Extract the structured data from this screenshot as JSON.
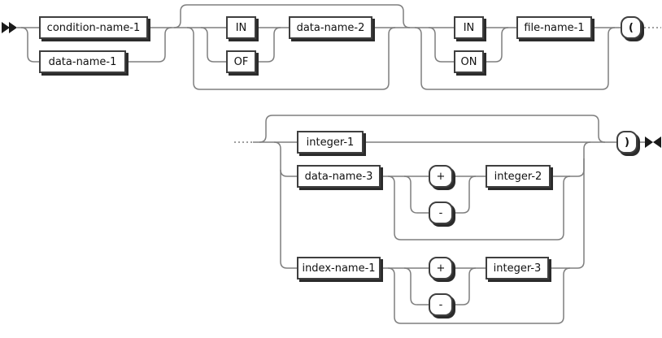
{
  "diagram": {
    "kind": "railroad-syntax-diagram",
    "start_marker": "▶▶",
    "end_marker": "▶◀",
    "row1_ellipsis": "····",
    "row2_ellipsis": "····",
    "nodes": {
      "condition_name_1": "condition-name-1",
      "data_name_1": "data-name-1",
      "in_1": "IN",
      "of_1": "OF",
      "data_name_2": "data-name-2",
      "in_2": "IN",
      "on_2": "ON",
      "file_name_1": "file-name-1",
      "open_paren": "(",
      "integer_1": "integer-1",
      "data_name_3": "data-name-3",
      "plus_1": "+",
      "minus_1": "-",
      "integer_2": "integer-2",
      "index_name_1": "index-name-1",
      "plus_2": "+",
      "minus_2": "-",
      "integer_3": "integer-3",
      "close_paren": ")"
    },
    "colors": {
      "line": "#7e7e7e",
      "box_border": "#3f3f3f",
      "box_shadow": "#2b2b2b",
      "marker": "#1a1a1a",
      "text": "#111111",
      "background": "#ffffff"
    }
  }
}
